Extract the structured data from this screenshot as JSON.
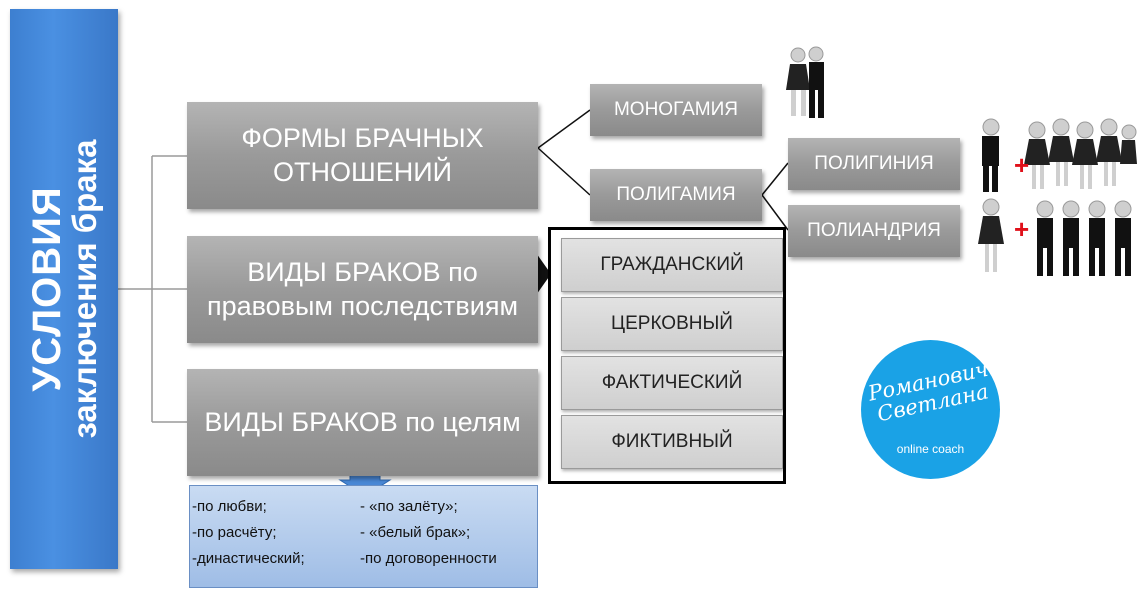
{
  "title": {
    "line1": "УСЛОВИЯ",
    "line2": "заключения брака"
  },
  "nodes": {
    "forms": {
      "line1": "ФОРМЫ БРАЧНЫХ",
      "line2": "ОТНОШЕНИЙ"
    },
    "legal": {
      "line1": "ВИДЫ БРАКОВ по",
      "line2": "правовым последствиям"
    },
    "goals": {
      "label": "ВИДЫ БРАКОВ по целям"
    },
    "monogamy": "МОНОГАМИЯ",
    "polygamy": "ПОЛИГАМИЯ",
    "polygyny": "ПОЛИГИНИЯ",
    "polyandry": "ПОЛИАНДРИЯ"
  },
  "legal_types": [
    "ГРАЖДАНСКИЙ",
    "ЦЕРКОВНЫЙ",
    "ФАКТИЧЕСКИЙ",
    "ФИКТИВНЫЙ"
  ],
  "goal_types": {
    "left": [
      "-по любви;",
      "-по расчёту;",
      "-династический;"
    ],
    "right": [
      "- «по залёту»;",
      "- «белый брак»;",
      "-по договоренности"
    ]
  },
  "plus_sign": "+",
  "logo": {
    "line1": "Романович",
    "line2": "Светлана",
    "sub": "online coach"
  },
  "colors": {
    "title_bar": "#4a90e2",
    "grey_box": "#9a9a9a",
    "logo": "#1aa2e6",
    "plus": "#e0101a"
  }
}
